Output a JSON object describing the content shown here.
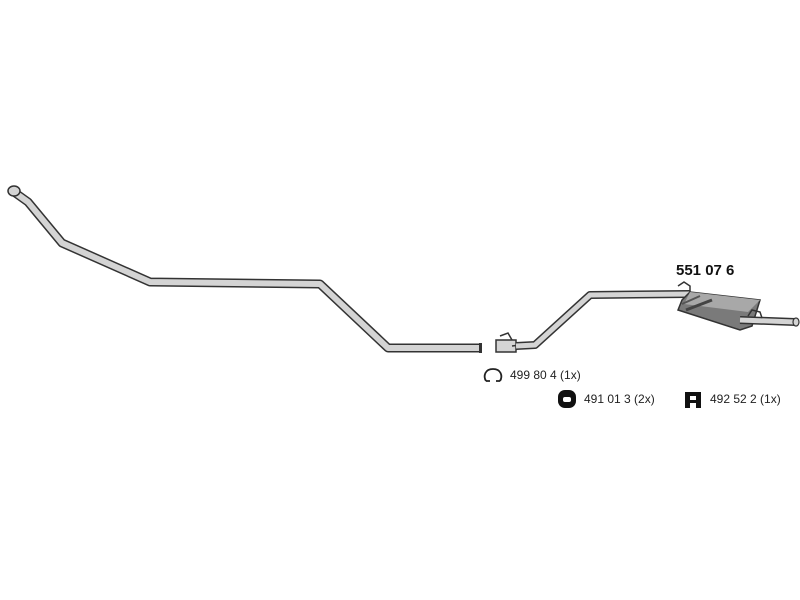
{
  "part_number": "551 07 6",
  "accessories": [
    {
      "code": "499 80 4 (1x)",
      "icon": "clamp-ring-icon"
    },
    {
      "code": "491 01 3 (2x)",
      "icon": "rubber-hanger-icon"
    },
    {
      "code": "492 52 2 (1x)",
      "icon": "rubber-mount-icon"
    }
  ],
  "colors": {
    "pipe_fill": "#d4d4d4",
    "outline": "#333333",
    "muffler_dark": "#6e6e6e"
  }
}
